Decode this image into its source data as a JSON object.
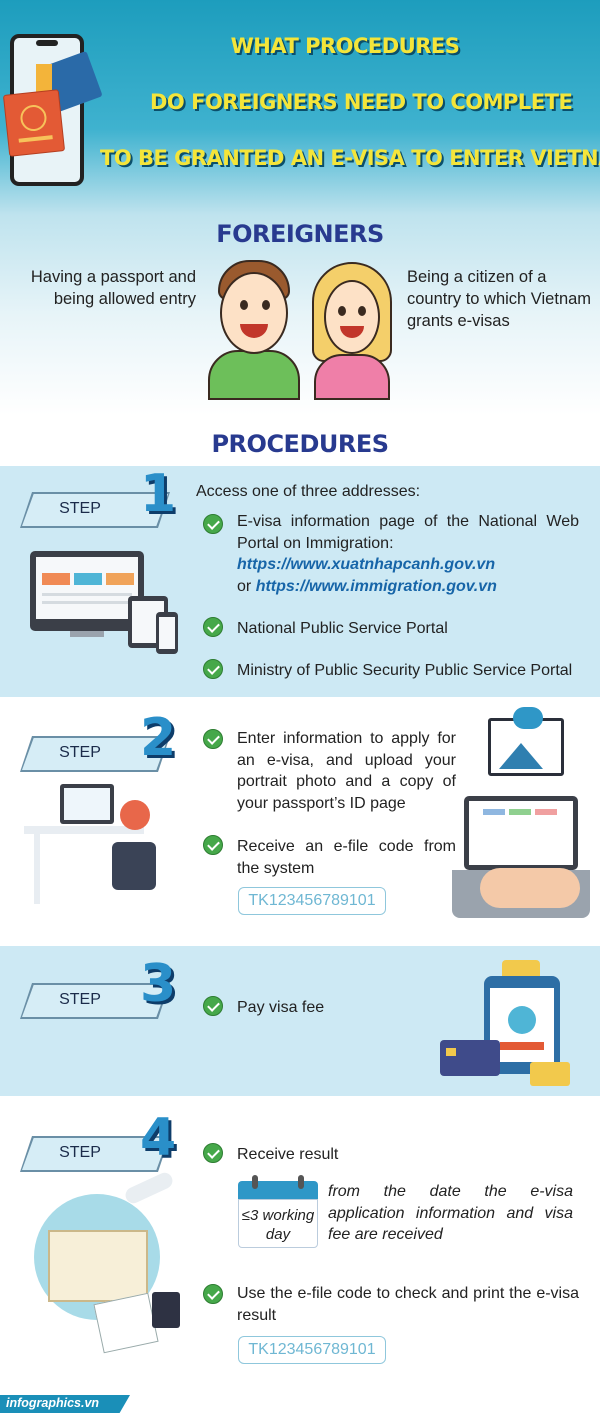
{
  "header": {
    "title_lines": [
      "WHAT PROCEDURES",
      "DO FOREIGNERS NEED TO COMPLETE",
      "TO BE GRANTED AN E-VISA TO ENTER VIETNAM?"
    ]
  },
  "foreigners": {
    "heading": "FOREIGNERS",
    "left_text": "Having a passport and being allowed entry",
    "right_text": "Being a citizen of a country to which Vietnam grants e-visas"
  },
  "procedures": {
    "heading": "PROCEDURES",
    "step_label": "STEP",
    "steps": [
      {
        "number": "1",
        "intro": "Access one of three addresses:",
        "items": [
          {
            "text": "E-visa information page of the National Web Portal on Immigration:",
            "url1": "https://www.xuatnhapcanh.gov.vn",
            "or": "or",
            "url2": "https://www.immigration.gov.vn"
          },
          {
            "text": "National Public Service Portal"
          },
          {
            "text": "Ministry of Public Security Public Service Portal"
          }
        ]
      },
      {
        "number": "2",
        "items": [
          {
            "text": "Enter information to apply for an e-visa, and upload your portrait photo and a copy of your passport’s ID page"
          },
          {
            "text": "Receive an e-file code from the system",
            "code": "TK123456789101"
          }
        ]
      },
      {
        "number": "3",
        "items": [
          {
            "text": "Pay visa fee"
          }
        ]
      },
      {
        "number": "4",
        "items": [
          {
            "text": "Receive result",
            "calendar_line1": "≤3 working",
            "calendar_line2": "day",
            "note": "from the date the e-visa application information and visa fee are received"
          },
          {
            "text": "Use the e-file code to check and print the e-visa result",
            "code": "TK123456789101"
          }
        ]
      }
    ]
  },
  "footer": {
    "brand": "infographics.vn"
  },
  "colors": {
    "title_yellow": "#f4e53a",
    "heading_navy": "#283a8f",
    "band_blue": "#cde9f4",
    "step_number_blue": "#2a8fc9",
    "check_green": "#46a84a",
    "url_blue": "#1765a8"
  }
}
